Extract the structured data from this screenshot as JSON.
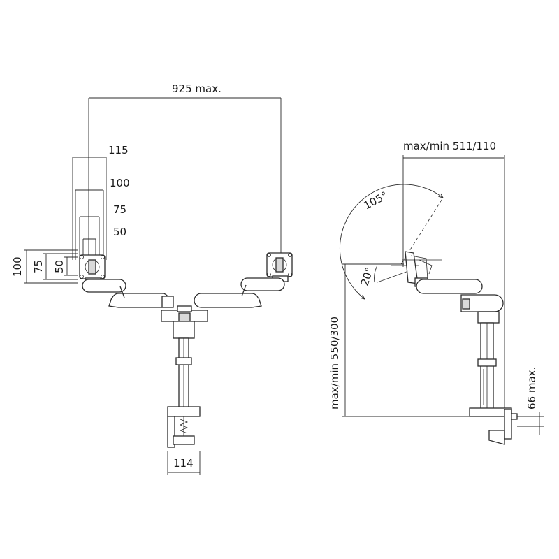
{
  "front_view": {
    "width_label": "925 max.",
    "vesa_labels": [
      "115",
      "100",
      "75",
      "50"
    ],
    "vesa_side_labels": [
      "100",
      "75",
      "50"
    ],
    "clamp_label": "114"
  },
  "side_view": {
    "reach_label": "max/min  511/110",
    "tilt_up_label": "105°",
    "tilt_down_label": "20°",
    "height_label": "max/min  550/300",
    "desk_label": "66 max."
  },
  "colors": {
    "line": "#2b2b2b",
    "fill_gray": "#d9d9d9",
    "background": "#ffffff"
  }
}
